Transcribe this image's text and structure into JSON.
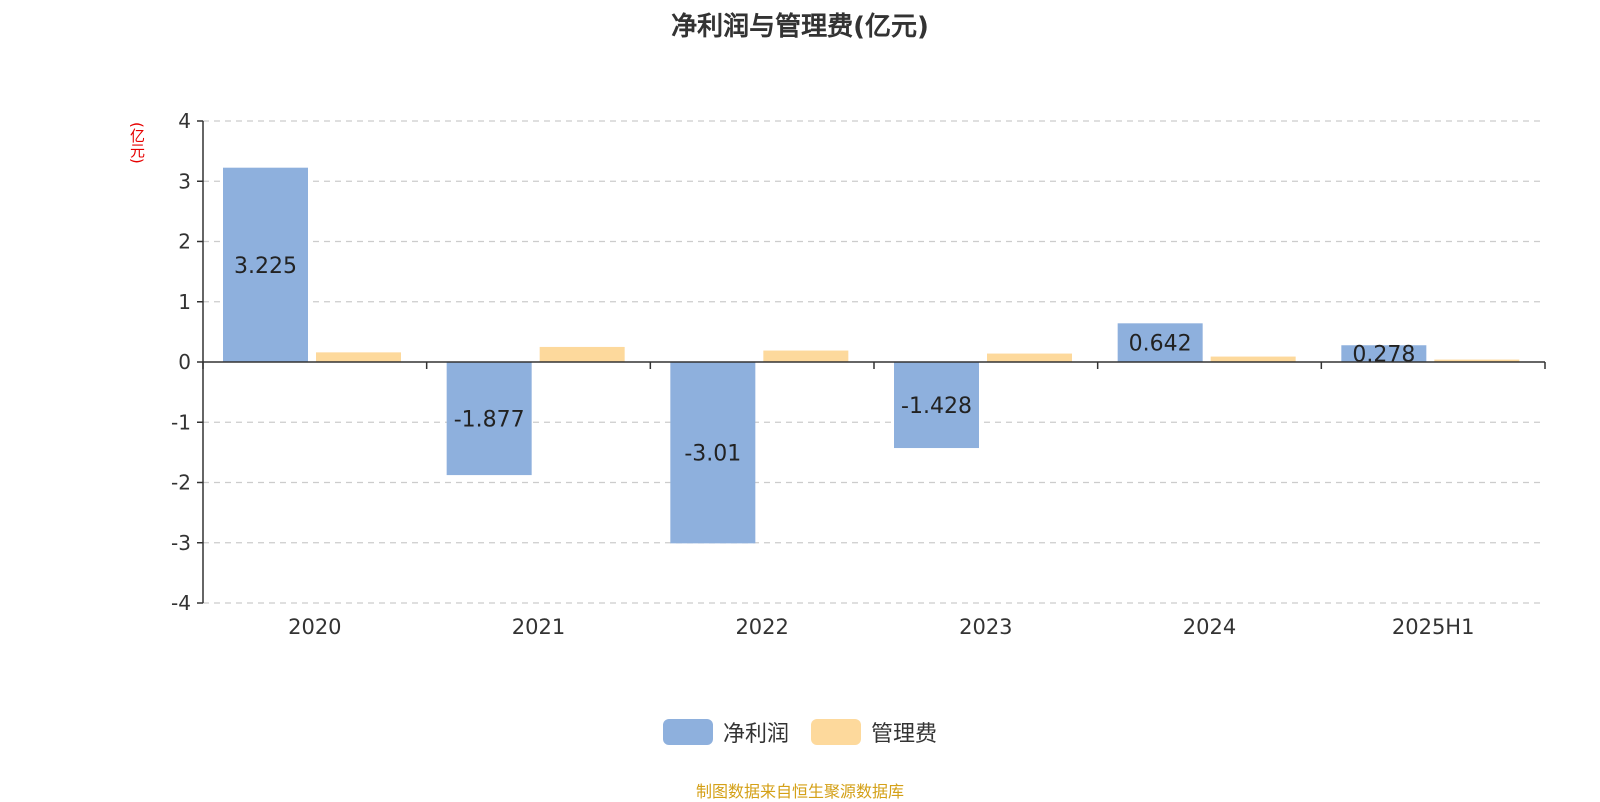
{
  "chart_data": {
    "type": "bar",
    "title": "净利润与管理费(亿元)",
    "unit_label": "(亿元)",
    "categories": [
      "2020",
      "2021",
      "2022",
      "2023",
      "2024",
      "2025H1"
    ],
    "series": [
      {
        "name": "净利润",
        "values": [
          3.225,
          -1.877,
          -3.01,
          -1.428,
          0.642,
          0.278
        ],
        "color": "#8eb0dd",
        "show_labels": true
      },
      {
        "name": "管理费",
        "values": [
          0.16,
          0.25,
          0.19,
          0.14,
          0.09,
          0.04
        ],
        "color": "#fdd99c",
        "show_labels": false
      }
    ],
    "ylim": [
      -4,
      4
    ],
    "yticks": [
      4,
      3,
      2,
      1,
      0,
      -1,
      -2,
      -3,
      -4
    ],
    "grid": true,
    "legend_position": "bottom"
  },
  "source_note": "制图数据来自恒生聚源数据库"
}
